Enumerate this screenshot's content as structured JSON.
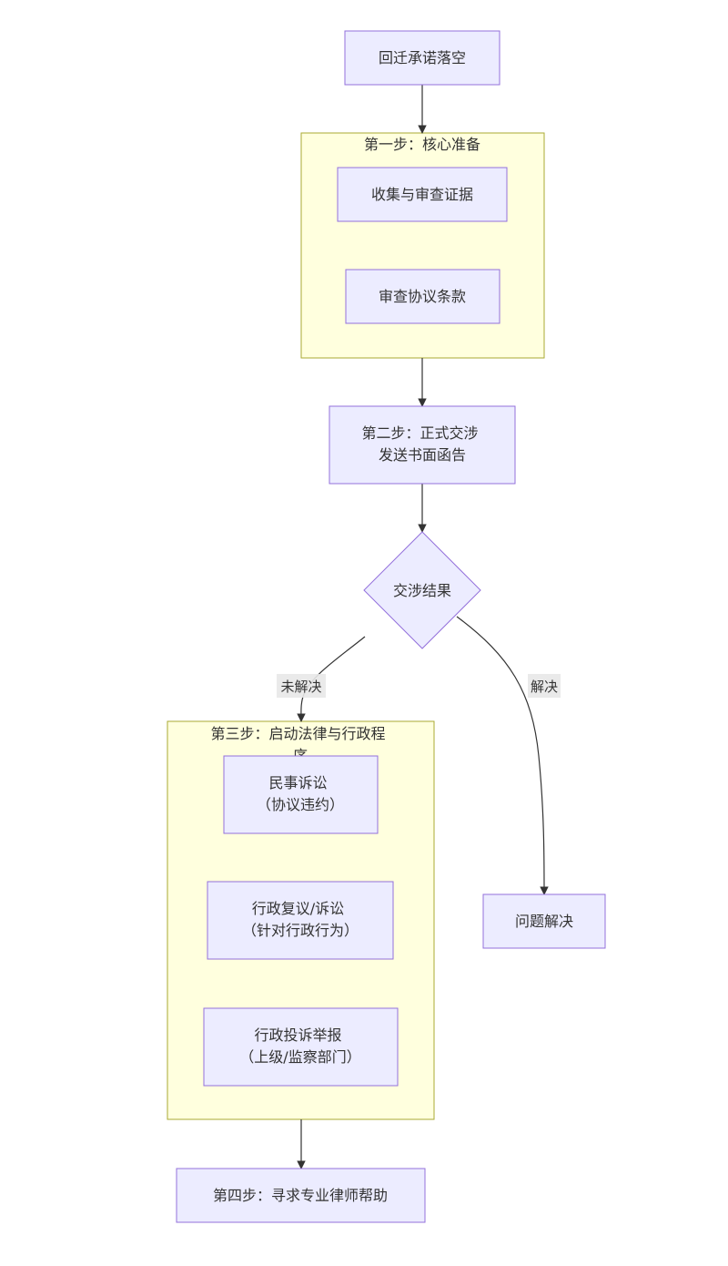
{
  "diagram": {
    "colors": {
      "node_fill": "#ececff",
      "node_stroke": "#9370db",
      "cluster_fill": "#ffffde",
      "cluster_stroke": "#aaaa33",
      "edge": "#333333",
      "edge_label_bg": "#e8e8e8",
      "text": "#333333"
    },
    "nodes": {
      "start": [
        "回迁承诺落空"
      ],
      "collect": [
        "收集与审查证据"
      ],
      "review": [
        "审查协议条款"
      ],
      "step2": [
        "第二步：正式交涉",
        "发送书面函告"
      ],
      "decision": [
        "交涉结果"
      ],
      "civil": [
        "民事诉讼",
        "（协议违约）"
      ],
      "admin_review": [
        "行政复议/诉讼",
        "（针对行政行为）"
      ],
      "complaint": [
        "行政投诉举报",
        "（上级/监察部门）"
      ],
      "resolved": [
        "问题解决"
      ],
      "step4": [
        "第四步：寻求专业律师帮助"
      ]
    },
    "clusters": {
      "step1": [
        "第一步：核心准备"
      ],
      "step3": [
        "第三步：启动法律与行政程",
        "序"
      ]
    },
    "edge_labels": {
      "unresolved": "未解决",
      "resolved": "解决"
    }
  }
}
